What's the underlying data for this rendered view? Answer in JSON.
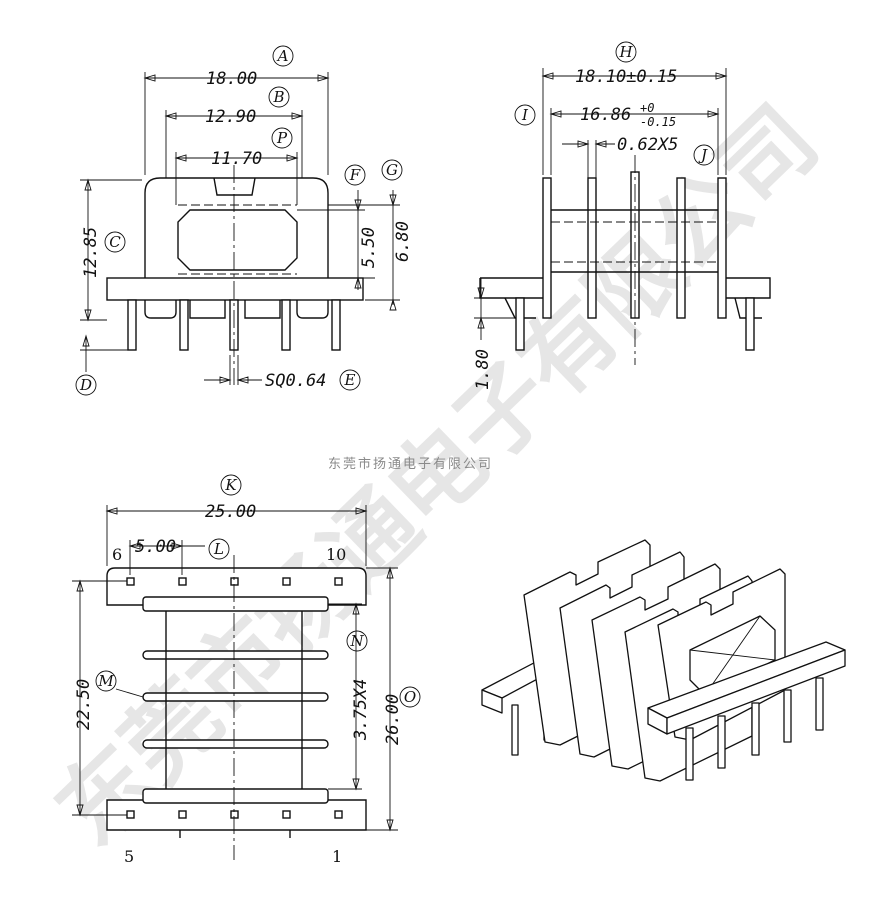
{
  "company": "东莞市扬通电子有限公司",
  "watermark": "东莞市扬通电子有限公司",
  "front_view": {
    "dims": [
      {
        "id": "A",
        "value": "18.00"
      },
      {
        "id": "B",
        "value": "12.90"
      },
      {
        "id": "P",
        "value": "11.70"
      },
      {
        "id": "C",
        "value": "12.85"
      },
      {
        "id": "F",
        "value": "5.50"
      },
      {
        "id": "G",
        "value": "6.80"
      },
      {
        "id": "E",
        "value": "SQ0.64"
      },
      {
        "id": "D",
        "value": ""
      }
    ]
  },
  "side_view": {
    "dims": [
      {
        "id": "H",
        "value": "18.10±0.15"
      },
      {
        "id": "I",
        "value": "16.86"
      },
      {
        "id": "J",
        "value": "0.62X5"
      },
      {
        "id": "",
        "value": "1.80"
      }
    ],
    "tol_upper": "+0",
    "tol_lower": "-0.15"
  },
  "bottom_view": {
    "dims": [
      {
        "id": "K",
        "value": "25.00"
      },
      {
        "id": "L",
        "value": "5.00"
      },
      {
        "id": "M",
        "value": "22.50"
      },
      {
        "id": "N",
        "value": "3.75X4"
      },
      {
        "id": "O",
        "value": "26.00"
      }
    ],
    "pins": {
      "p6": "6",
      "p10": "10",
      "p5": "5",
      "p1": "1"
    }
  }
}
